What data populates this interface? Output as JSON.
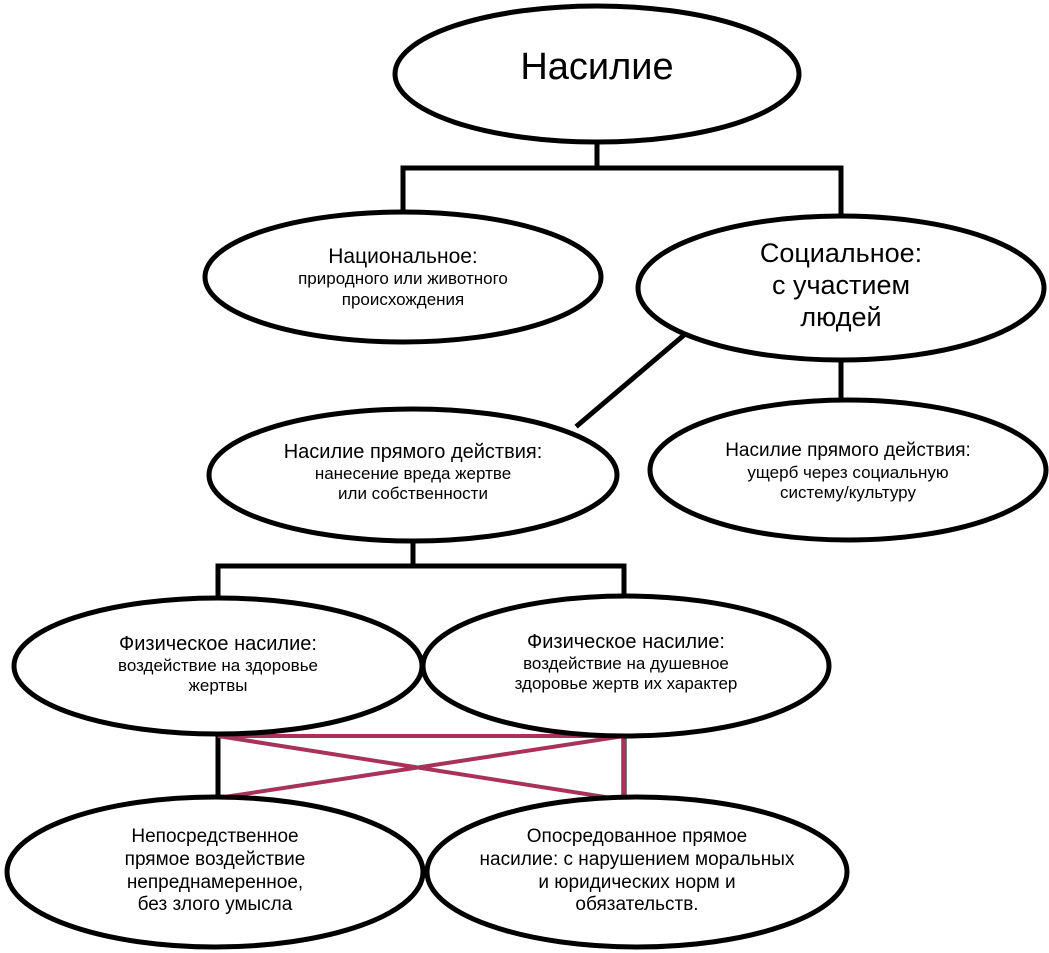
{
  "nodes": {
    "root": {
      "lines": [
        "Насилие"
      ]
    },
    "natural": {
      "lines": [
        "Национальное:",
        "природного или животного",
        "происхождения"
      ]
    },
    "social": {
      "lines": [
        "Социальное:",
        "с участием",
        "людей"
      ]
    },
    "direct": {
      "lines": [
        "Насилие прямого действия:",
        "нанесение вреда жертве",
        "или собственности"
      ]
    },
    "structural": {
      "lines": [
        "Насилие прямого действия:",
        "ущерб через социальную",
        "систему/культуру"
      ]
    },
    "physical": {
      "lines": [
        "Физическое насилие:",
        "воздействие на здоровье",
        "жертвы"
      ]
    },
    "psychological": {
      "lines": [
        "Физическое насилие:",
        "воздействие на душевное",
        "здоровье жертв их характер"
      ]
    },
    "immediate": {
      "lines": [
        "Непосредственное",
        "прямое воздействие",
        "непреднамеренное,",
        "без злого умысла"
      ]
    },
    "mediated": {
      "lines": [
        "Опосредованное прямое",
        "насилие: с нарушением моральных",
        "и юридических норм и",
        "обязательств."
      ]
    }
  },
  "colors": {
    "cross_lines": "#a8325a",
    "stroke": "#000000"
  }
}
